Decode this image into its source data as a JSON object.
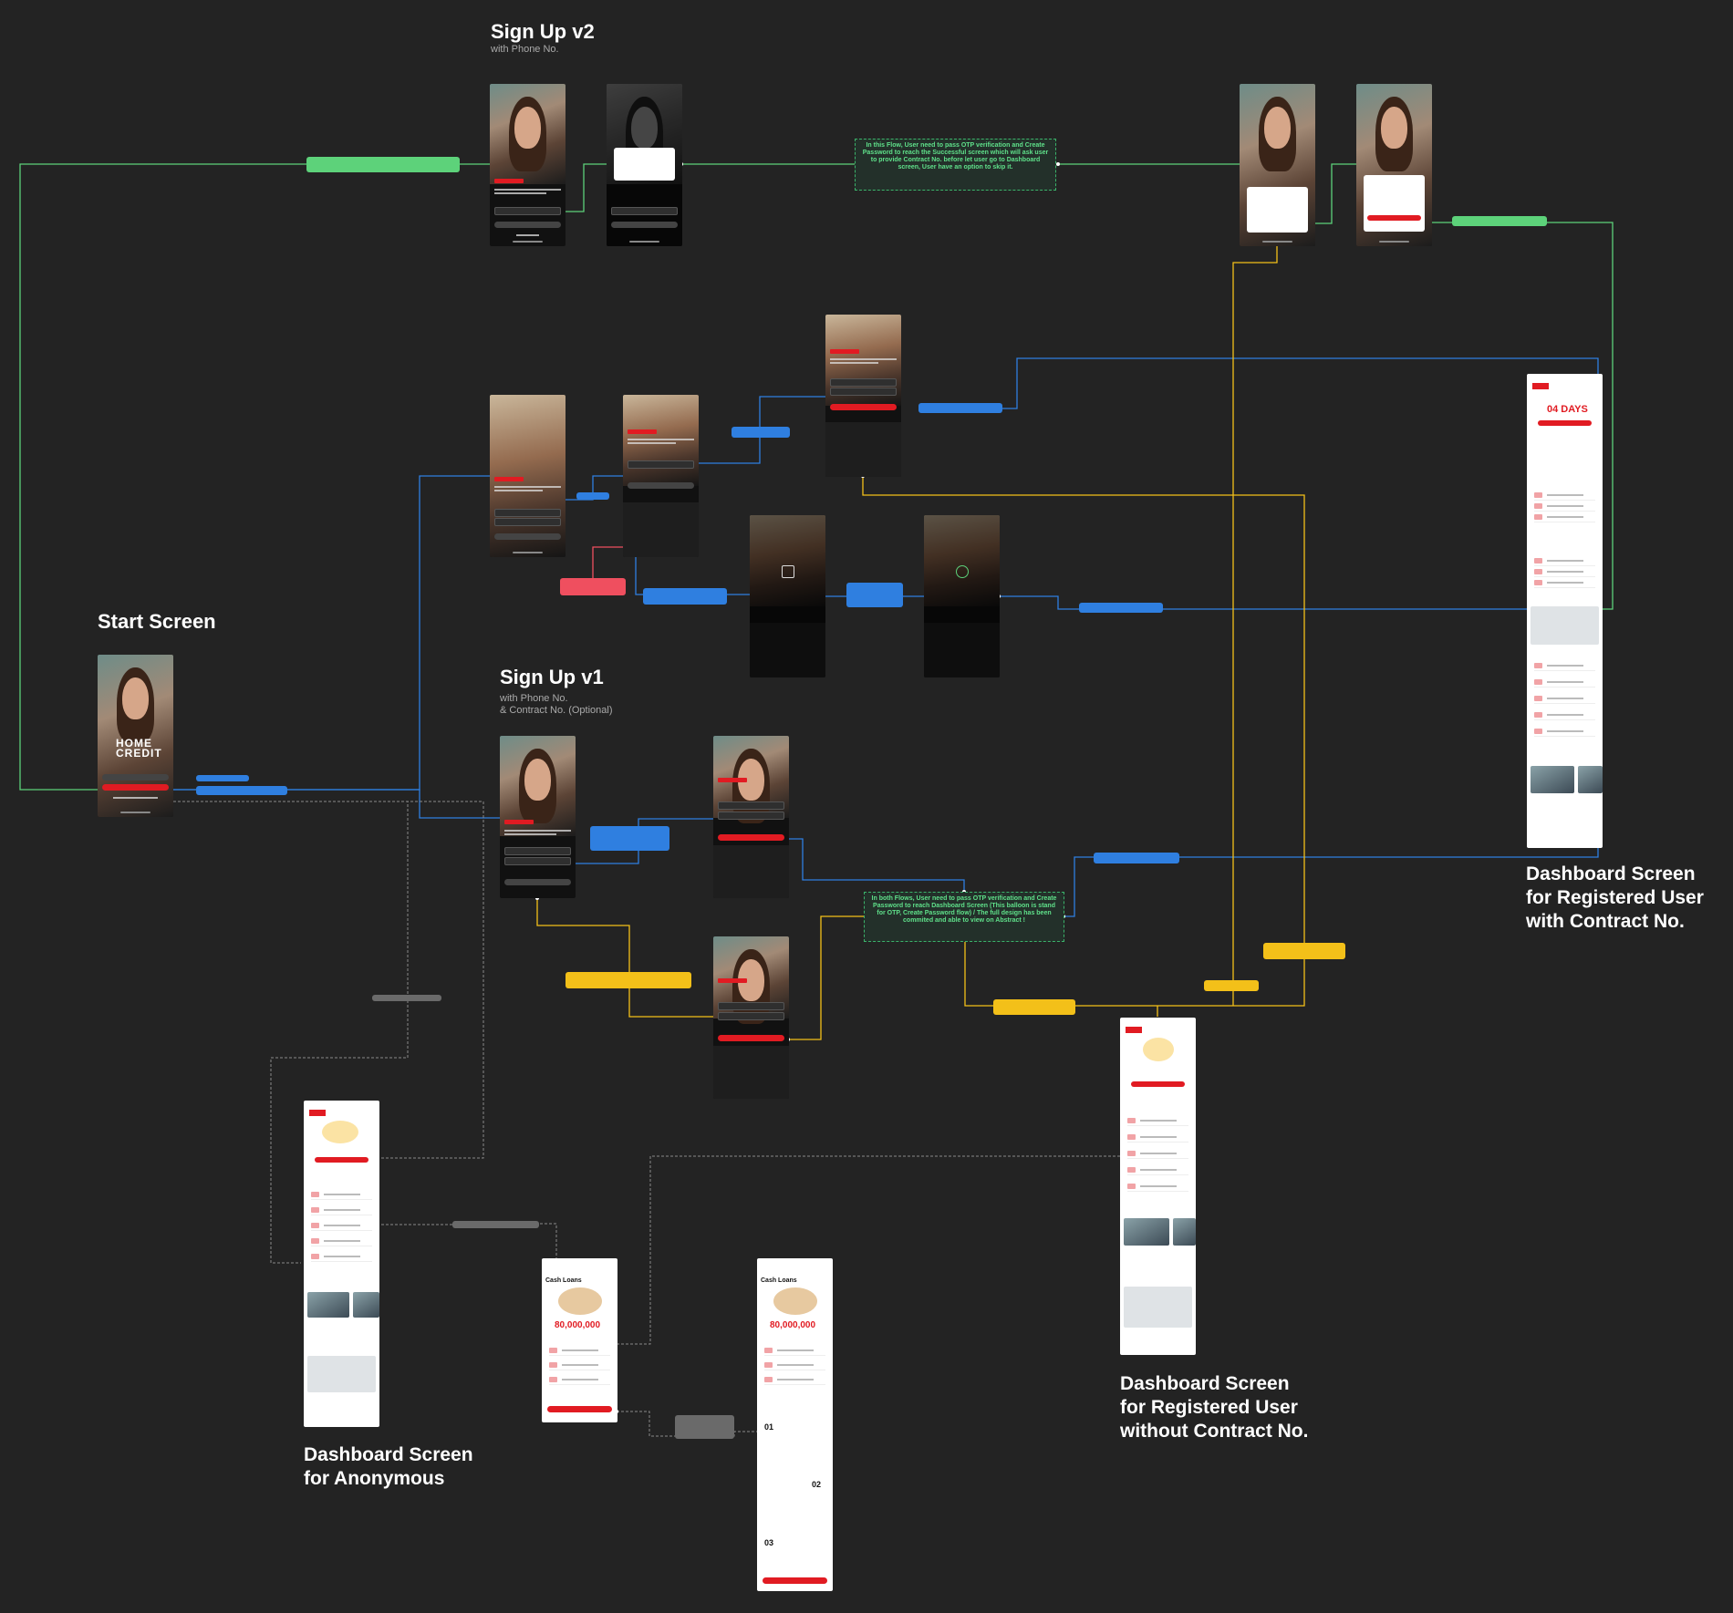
{
  "sections": {
    "signup_v2": {
      "title": "Sign Up v2",
      "subtitle": "with Phone No."
    },
    "start": {
      "title": "Start Screen"
    },
    "signup_v1": {
      "title": "Sign Up v1",
      "subtitle_1": "with Phone No.",
      "subtitle_2": "& Contract No. (Optional)"
    }
  },
  "labels": {
    "dash_registered_contract": [
      "Dashboard Screen",
      "for Registered User",
      "with Contract No."
    ],
    "dash_anonymous": [
      "Dashboard Screen",
      "for Anonymous"
    ],
    "dash_registered_no_contract": [
      "Dashboard Screen",
      "for Registered User",
      "without Contract No."
    ]
  },
  "balloons": {
    "v2_flow": "In this Flow, User need to pass OTP verification and Create Password to reach the Successful screen which will ask user to provide Contract No. before let user go to Dashboard screen, User have an option to skip it.",
    "both_flows": "In both Flows, User need to pass OTP verification and Create Password to reach Dashboard Screen (This balloon is stand for OTP, Create Password flow) / The full design has been commited and able to view on Abstract !"
  },
  "screens": {
    "start_logo": "HOME CREDIT",
    "registered_days": "04 DAYS",
    "cash_loans_title": "Cash Loans",
    "cash_loans_amount": "80,000,000",
    "brand": "HOME CREDIT"
  },
  "colors": {
    "background": "#232323",
    "brand_red": "#e11b22",
    "flow_green": "#5dd27a",
    "flow_blue": "#2f7fe0",
    "flow_yellow": "#f3c019"
  }
}
